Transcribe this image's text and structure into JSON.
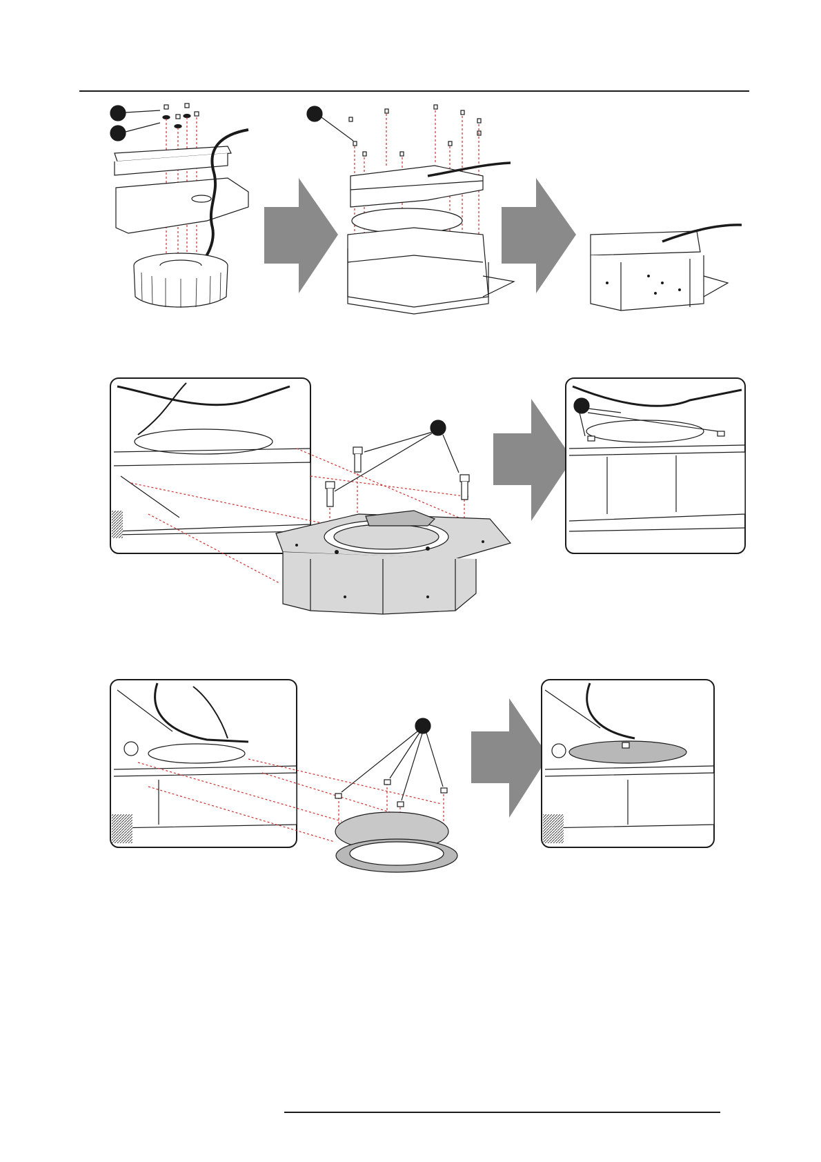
{
  "page": {
    "header_text": "",
    "footer_text": ""
  },
  "figures": [
    {
      "id": "fig-1",
      "steps": 3,
      "callouts": 3
    },
    {
      "id": "fig-2",
      "steps": 2,
      "callouts": 2
    },
    {
      "id": "fig-3",
      "steps": 2,
      "callouts": 1
    }
  ],
  "colors": {
    "line": "#1a1a1a",
    "leader": "#d0302f",
    "arrow_fill": "#8a8a8a",
    "part_fill": "#d8d8d8",
    "part_fill_dark": "#b8b8b8",
    "callout_fill": "#1a1a1a"
  }
}
